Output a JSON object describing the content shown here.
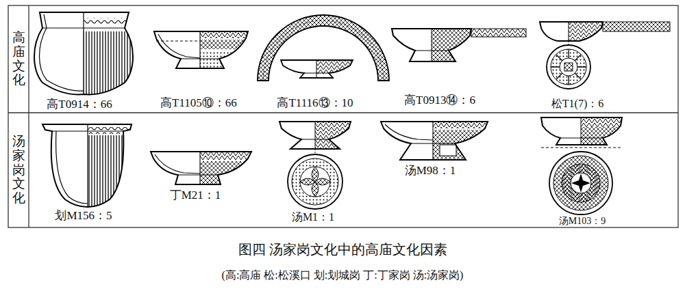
{
  "diagram": {
    "caption": "图四 汤家岗文化中的高庙文化因素",
    "nodes": [
      {
        "text": [
          "高庙文化"
        ]
      },
      {
        "text": [
          "汤家岗文化"
        ]
      }
    ],
    "labels": [
      "高T0914：66",
      "高T1105⑩：66",
      "高T1116⑬：10",
      "高T0913⑭：6",
      "松T1(7)：6",
      "划M156：5",
      "丁M21：1",
      "汤M1：1",
      "汤M98：1",
      "汤M103：9",
      "(高:高庙 松:松溪口 划:划城岗 丁:丁家岗 汤:汤家岗)"
    ]
  }
}
